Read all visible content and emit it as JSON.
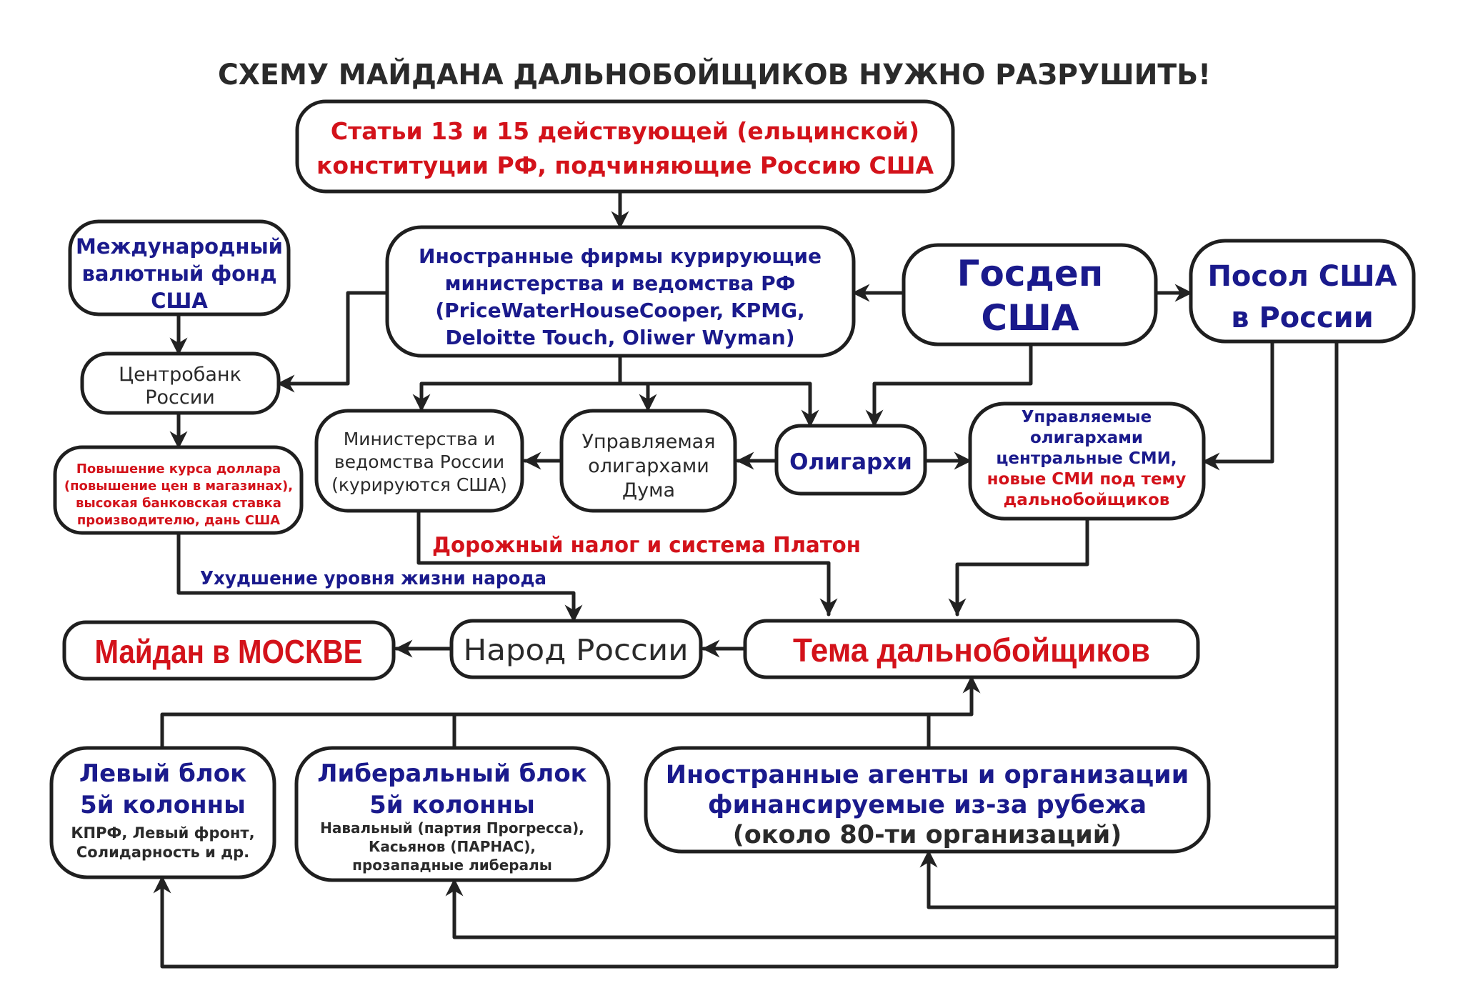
{
  "title": "СХЕМУ МАЙДАНА ДАЛЬНОБОЙЩИКОВ НУЖНО РАЗРУШИТЬ!",
  "colors": {
    "blue": "#1a1a8c",
    "red": "#d3121a",
    "dark": "#2a2a2a",
    "line": "#222222"
  },
  "nodes": {
    "constitution": {
      "line1": "Статьи 13 и 15 действующей (ельцинской)",
      "line2": "конституции РФ, подчиняющие Россию США"
    },
    "imf": {
      "line1": "Международный",
      "line2": "валютный фонд",
      "line3": "США"
    },
    "foreign_firms": {
      "line1": "Иностранные фирмы курирующие",
      "line2": "министерства и ведомства РФ",
      "line3": "(PriceWaterHouseCooper, KPMG,",
      "line4": "Deloitte Touch, Oliwer Wyman)"
    },
    "gosdep": {
      "line1": "Госдеп",
      "line2": "США"
    },
    "ambassador": {
      "line1": "Посол США",
      "line2": "в России"
    },
    "central_bank": {
      "line1": "Центробанк",
      "line2": "России"
    },
    "dollar": {
      "line1": "Повышение курса доллара",
      "line2": "(повышение цен в магазинах),",
      "line3": "высокая банковская ставка",
      "line4": "производителю, дань США"
    },
    "ministries": {
      "line1": "Министерства и",
      "line2": "ведомства России",
      "line3": "(курируются США)"
    },
    "duma": {
      "line1": "Управляемая",
      "line2": "олигархами",
      "line3": "Дума"
    },
    "oligarchs": {
      "label": "Олигархи"
    },
    "media": {
      "line1": "Управляемые",
      "line2": "олигархами",
      "line3": "центральные СМИ,",
      "line4": "новые СМИ под тему",
      "line5": "дальнобойщиков"
    },
    "maidan": {
      "label": "Майдан в МОСКВЕ"
    },
    "people": {
      "label": "Народ России"
    },
    "truckers": {
      "label": "Тема дальнобойщиков"
    },
    "left_block": {
      "line1": "Левый блок",
      "line2": "5й колонны",
      "line3": "КПРФ, Левый фронт,",
      "line4": "Солидарность и др."
    },
    "liberal_block": {
      "line1": "Либеральный блок",
      "line2": "5й колонны",
      "line3": "Навальный (партия Прогресса),",
      "line4": "Касьянов (ПАРНАС),",
      "line5": "прозападные либералы"
    },
    "foreign_agents": {
      "line1": "Иностранные агенты и организации",
      "line2": "финансируемые из-за рубежа",
      "line3": "(около 80-ти организаций)"
    }
  },
  "labels": {
    "road_tax": "Дорожный налог и система Платон",
    "living_standard": "Ухудшение уровня жизни народа"
  }
}
